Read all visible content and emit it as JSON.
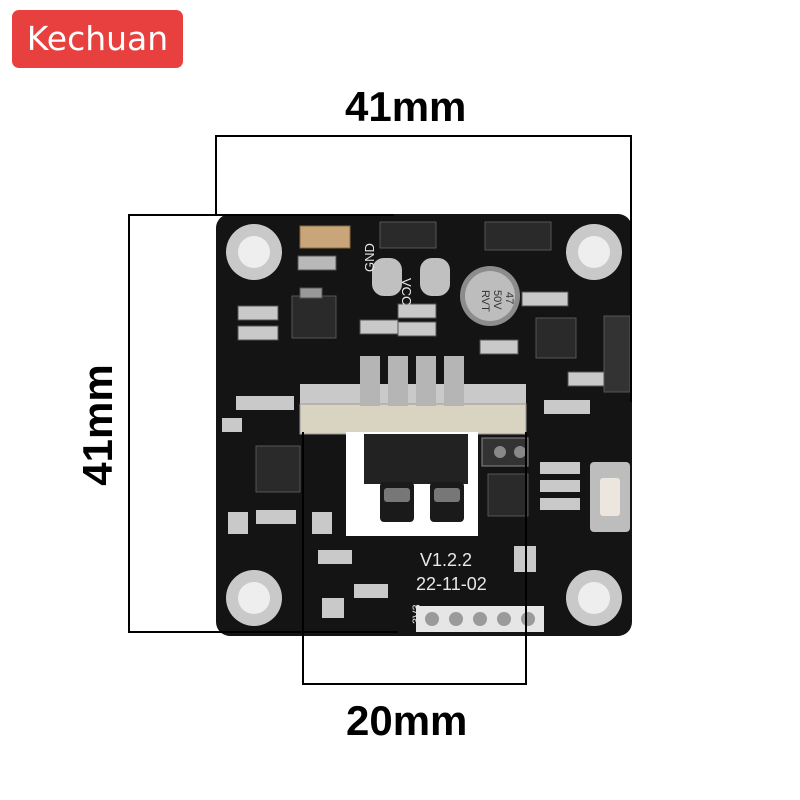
{
  "brand": {
    "label": "Kechuan",
    "color": "#e8403e"
  },
  "dimensions": {
    "top": "41mm",
    "left": "41mm",
    "bottom": "20mm"
  },
  "board": {
    "pcb_color": "#141414",
    "silk_color": "#e8e8e8",
    "version": "V1.2.2",
    "date": "22-11-02",
    "pin_label_gnd": "GND",
    "pin_label_vcc": "VCC",
    "pin_label_3v3": "3V3",
    "capacitor_lines": [
      "47",
      "50V",
      "RVT"
    ]
  }
}
